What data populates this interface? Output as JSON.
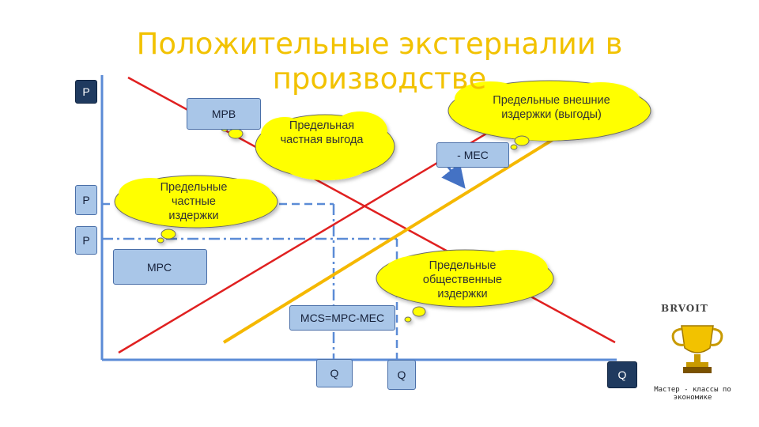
{
  "title": "Положительные экстерналии в производстве",
  "labels": {
    "p_top": "P",
    "p_mid": "P",
    "p_low": "P",
    "mpb": "MPB",
    "mpc": "MPC",
    "mec": "- MEC",
    "mcs": "MCS=MPC-MEC",
    "q1": "Q",
    "q2": "Q",
    "q_axis": "Q"
  },
  "callouts": {
    "marginal_private_benefit": "Предельная частная выгода",
    "marginal_external_costs": "Предельные внешние издержки (выгоды)",
    "marginal_private_costs": "Предельные частные издержки",
    "marginal_social_costs": "Предельные общественные издержки"
  },
  "logo": {
    "name": "BRVOIT",
    "caption": "Мастер - классы по экономике"
  },
  "colors": {
    "title": "#f2c200",
    "demand_line": "#e02020",
    "supply_line_private": "#e02020",
    "supply_line_social": "#f5b800",
    "axes": "#5b8bd6",
    "guide_lines": "#5b8bd6",
    "cloud_fill": "#ffff00",
    "box_dark": "#1f3a5f",
    "box_light": "#a9c6e8"
  }
}
